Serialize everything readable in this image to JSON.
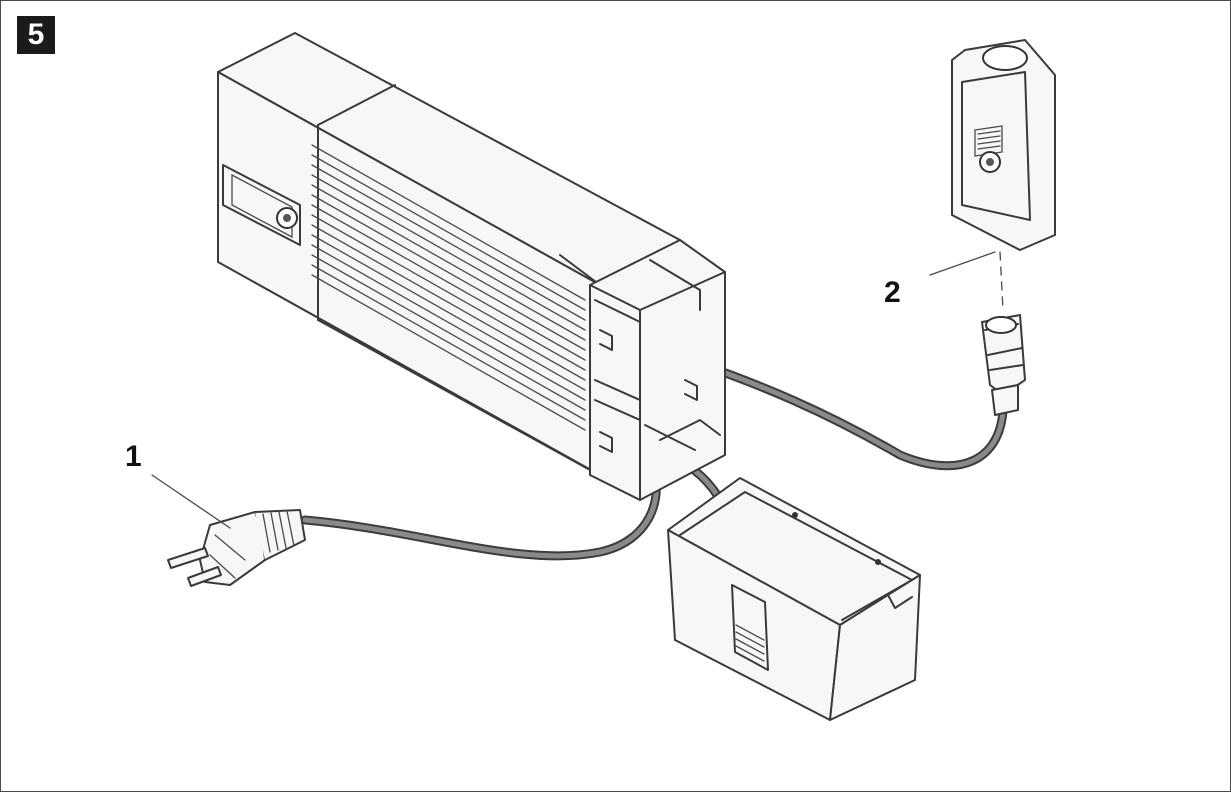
{
  "figure": {
    "number": "5"
  },
  "callouts": [
    {
      "label": "1",
      "part": "mains-plug"
    },
    {
      "label": "2",
      "part": "charger-connector"
    }
  ],
  "colors": {
    "line": "#3a3a3a",
    "badge": "#1b1b1b",
    "fill": "#f7f7f7"
  }
}
